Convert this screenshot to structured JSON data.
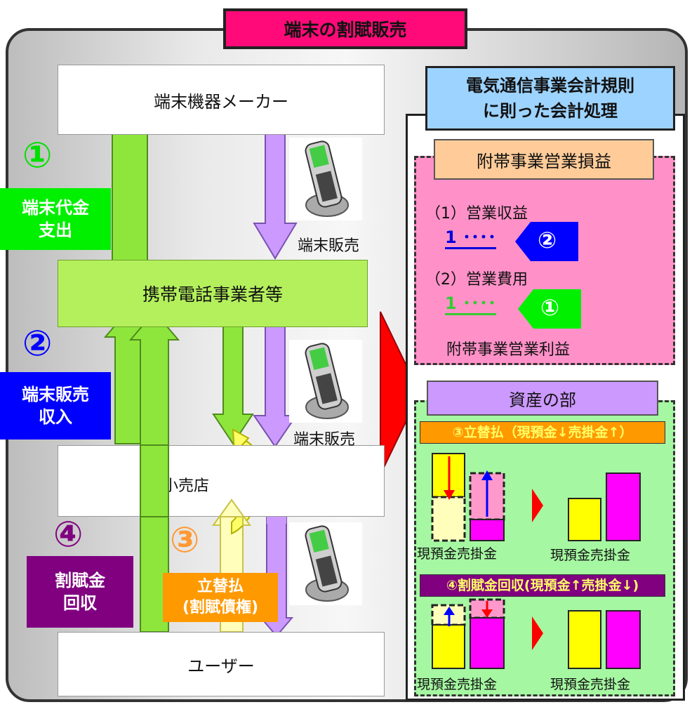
{
  "title": "端末の割賦販売",
  "boxes": {
    "maker": "端末機器メーカー",
    "carrier": "携帯電話事業者等",
    "retailer": "小売店",
    "user": "ユーザー"
  },
  "flows": {
    "one": {
      "circle": "①",
      "line1": "端末代金",
      "line2": "支出"
    },
    "two": {
      "circle": "②",
      "line1": "端末販売",
      "line2": "収入"
    },
    "three": {
      "circle": "③",
      "line1": "立替払",
      "line2": "(割賦債権)"
    },
    "four": {
      "circle": "④",
      "line1": "割賦金",
      "line2": "回収"
    },
    "sale1": "端末販売",
    "sale2": "端末販売"
  },
  "accounting": {
    "title_line1": "電気通信事業会計規則",
    "title_line2": "に則った会計処理",
    "incidental": {
      "header": "附帯事業営業損益",
      "revenue_label": "（1）営業収益",
      "revenue_value": "1 ････",
      "revenue_tag": "②",
      "expense_label": "（2）営業費用",
      "expense_value": "1 ････",
      "expense_tag": "①",
      "footer": "附帯事業営業利益"
    },
    "assets": {
      "header": "資産の部",
      "step3": "③立替払（現預金↓売掛金↑）",
      "step4": "④割賦金回収(現預金↑売掛金↓)",
      "caption": "現預金売掛金"
    }
  },
  "colors": {
    "title_bg": "#ff0a78",
    "green_arrow": "#8ee63c",
    "purple_arrow": "#cc99ff",
    "yellow": "#ffff00",
    "magenta": "#ff00ff"
  }
}
